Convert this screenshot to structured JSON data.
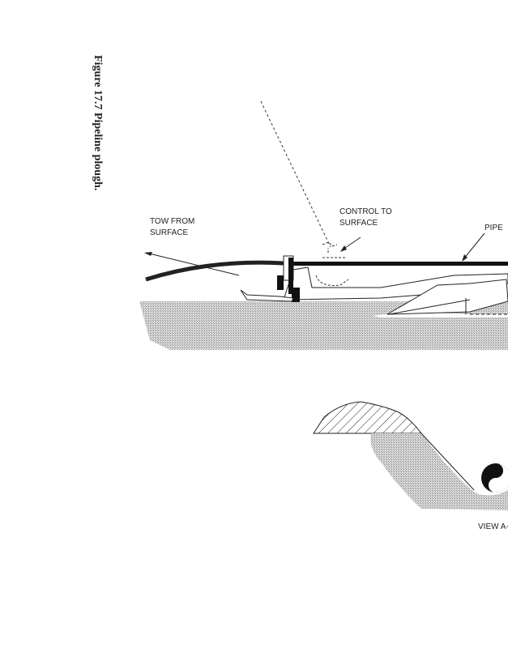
{
  "caption": "Figure 17.7 Pipeline plough.",
  "labels": {
    "tow_line1": "TOW FROM",
    "tow_line2": "SURFACE",
    "control_line1": "CONTROL TO",
    "control_line2": "SURFACE",
    "pipe": "PIPE",
    "view": "VIEW A-"
  }
}
